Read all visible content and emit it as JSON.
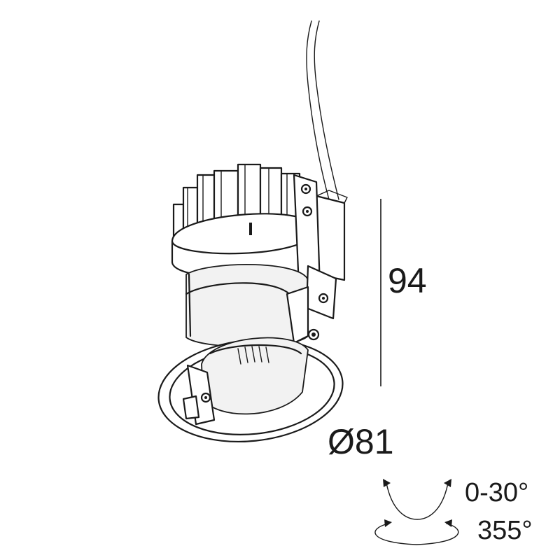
{
  "dimensions": {
    "height": "94",
    "diameter": "Ø81"
  },
  "adjustments": {
    "tilt": "0-30°",
    "rotation": "355°"
  },
  "colors": {
    "line": "#1a1a1a",
    "background": "#ffffff"
  }
}
